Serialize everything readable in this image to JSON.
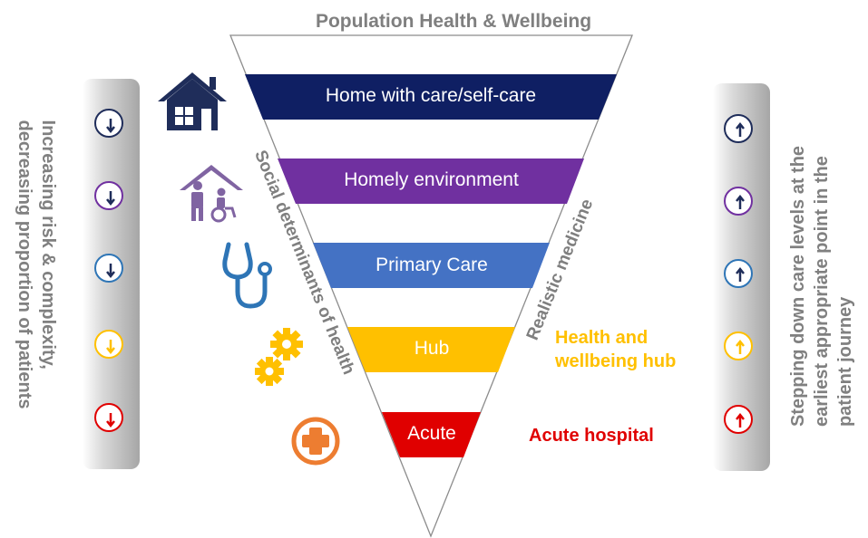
{
  "title": "Population Health & Wellbeing",
  "bands": [
    {
      "label": "Home with care/self-care",
      "color": "#0f1f63"
    },
    {
      "label": "Homely environment",
      "color": "#7030a0"
    },
    {
      "label": "Primary Care",
      "color": "#4472c4"
    },
    {
      "label": "Hub",
      "color": "#ffc000"
    },
    {
      "label": "Acute",
      "color": "#e00000"
    }
  ],
  "left_panel_text": [
    "Increasing risk & complexity,",
    "decreasing proportion of patients"
  ],
  "right_panel_text": [
    "Stepping down care levels at the",
    "earliest appropriate point in the",
    "patient journey"
  ],
  "diagonal_left": "Social determinants of health",
  "diagonal_right": "Realistic medicine",
  "side_labels": {
    "hub": [
      "Health and",
      "wellbeing hub"
    ],
    "acute": "Acute hospital"
  },
  "colors": {
    "navy": "#0f1f63",
    "purple": "#7030a0",
    "blue": "#2e75b6",
    "yellow": "#ffc000",
    "red": "#e00000",
    "orange": "#ed7d31",
    "gray_text": "#7f7f7f"
  },
  "icons": [
    "house-icon",
    "carers-home-icon",
    "stethoscope-icon",
    "gears-icon",
    "medical-cross-icon"
  ],
  "level_indicators": {
    "left": [
      "arrow-down-icon",
      "arrow-down-icon",
      "arrow-down-icon",
      "arrow-down-icon",
      "arrow-down-icon"
    ],
    "right": [
      "arrow-up-icon",
      "arrow-up-icon",
      "arrow-up-icon",
      "arrow-up-icon",
      "arrow-up-icon"
    ]
  }
}
